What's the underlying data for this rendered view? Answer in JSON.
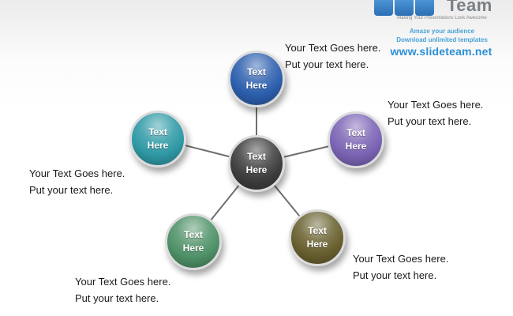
{
  "logo": {
    "brand": "Team",
    "tagline": "Making Your Presentations Look Awesome",
    "promo_line1": "Amaze your audience",
    "promo_line2": "Download unlimited templates",
    "url": "www.slideteam.net"
  },
  "diagram": {
    "center": {
      "label": "Text\nHere",
      "color": "#3e3e3e"
    },
    "top": {
      "label": "Text\nHere",
      "color": "#2c5fae"
    },
    "left": {
      "label": "Text\nHere",
      "color": "#2f9aa6"
    },
    "right": {
      "label": "Text\nHere",
      "color": "#7b64b5"
    },
    "bottom_left": {
      "label": "Text\nHere",
      "color": "#4f9168"
    },
    "bottom_right": {
      "label": "Text\nHere",
      "color": "#6a6130"
    }
  },
  "callouts": {
    "top": {
      "line1": "Your Text Goes here.",
      "line2": "Put your text here."
    },
    "right": {
      "line1": "Your Text Goes here.",
      "line2": "Put your text here."
    },
    "left": {
      "line1": "Your Text Goes here.",
      "line2": "Put your text here."
    },
    "bottom_right": {
      "line1": "Your Text Goes here.",
      "line2": "Put your text here."
    },
    "bottom_left": {
      "line1": "Your Text Goes here.",
      "line2": "Put your text here."
    }
  }
}
